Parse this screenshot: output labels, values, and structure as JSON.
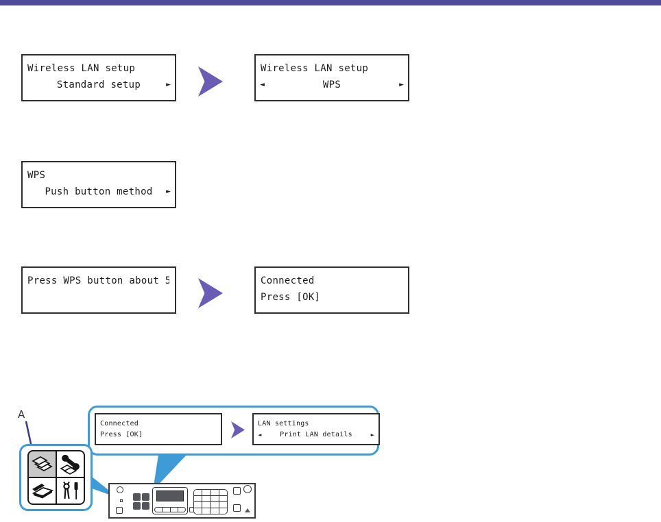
{
  "header": {
    "bar_color": "#4f4a9b"
  },
  "glyphs": {
    "arrow_left": "◄",
    "arrow_right": "►"
  },
  "flow": {
    "row1": {
      "left": {
        "line1": "Wireless LAN setup",
        "line2": "Standard setup"
      },
      "right": {
        "line1": "Wireless LAN setup",
        "line2": "WPS"
      }
    },
    "row2": {
      "left": {
        "line1": "WPS",
        "line2": "Push button method"
      }
    },
    "row3": {
      "left": {
        "line1": "Press WPS button about 5"
      },
      "right": {
        "line1": "Connected",
        "line2": "Press [OK]"
      }
    }
  },
  "callout": {
    "left": {
      "line1": "Connected",
      "line2": "Press [OK]"
    },
    "right": {
      "line1": "LAN settings",
      "line2": "Print LAN details"
    }
  },
  "annotation": {
    "label": "A"
  },
  "panel": {
    "mode_icons": {
      "top_left": "copy",
      "top_right": "fax",
      "bottom_left": "scan",
      "bottom_right": "setup"
    }
  },
  "colors": {
    "accent_purple": "#6a5cb5",
    "callout_blue": "#3e9bd6",
    "annotation_purple": "#3f3a8c",
    "lcd_border": "#2d2d2d",
    "key_dark": "#55575a",
    "highlight_gray": "#c8c8c8"
  }
}
